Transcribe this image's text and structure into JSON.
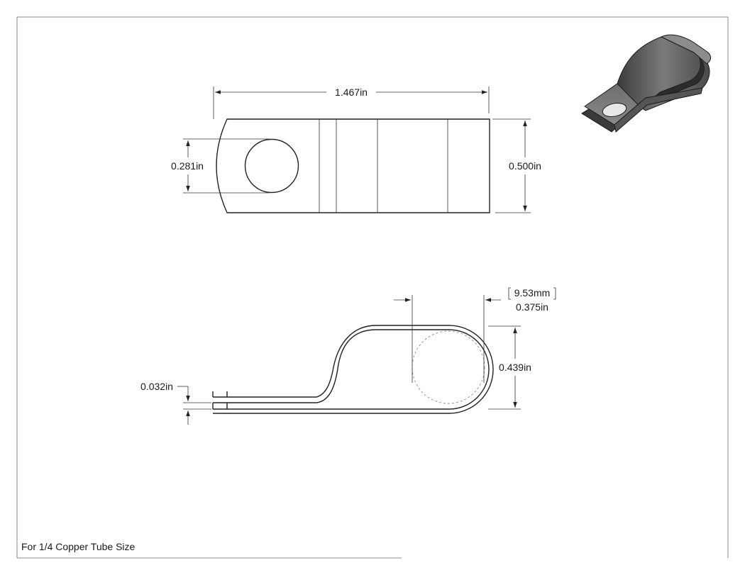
{
  "drawing": {
    "dimensions": {
      "overall_length": "1.467in",
      "hole_diameter": "0.281in",
      "width": "0.500in",
      "tube_size_mm": "9.53mm",
      "tube_size_in": "0.375in",
      "loop_height": "0.439in",
      "thickness": "0.032in"
    },
    "caption": "For 1/4 Copper Tube Size"
  }
}
